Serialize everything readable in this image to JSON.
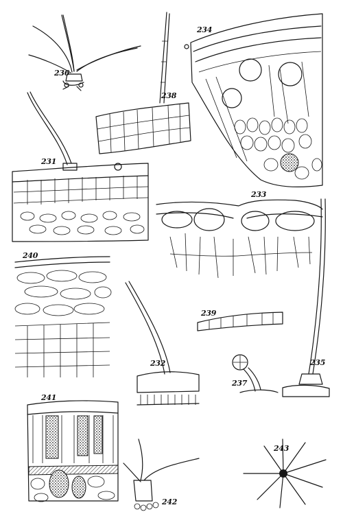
{
  "figures": [
    {
      "id": "fig-236",
      "label": "236"
    },
    {
      "id": "fig-238",
      "label": "238"
    },
    {
      "id": "fig-234",
      "label": "234"
    },
    {
      "id": "fig-231",
      "label": "231"
    },
    {
      "id": "fig-233",
      "label": "233"
    },
    {
      "id": "fig-240",
      "label": "240"
    },
    {
      "id": "fig-239",
      "label": "239"
    },
    {
      "id": "fig-232",
      "label": "232"
    },
    {
      "id": "fig-235",
      "label": "235"
    },
    {
      "id": "fig-237",
      "label": "237"
    },
    {
      "id": "fig-241",
      "label": "241"
    },
    {
      "id": "fig-243",
      "label": "243"
    },
    {
      "id": "fig-242",
      "label": "242"
    }
  ]
}
